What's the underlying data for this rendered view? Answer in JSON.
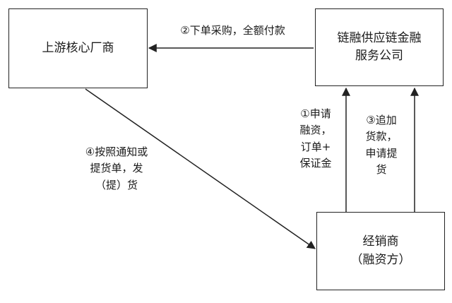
{
  "nodes": {
    "manufacturer": {
      "label": "上游核心厂商"
    },
    "finance_company": {
      "line1": "链融供应链金融",
      "line2": "服务公司"
    },
    "distributor": {
      "line1": "经销商",
      "line2": "（融资方）"
    }
  },
  "edges": {
    "order_payment": {
      "text": "②下单采购，全额付款"
    },
    "apply_financing": {
      "line1": "①申请",
      "line2": "融资，",
      "line3": "订单+",
      "line4": "保证金"
    },
    "additional_payment": {
      "line1": "③追加",
      "line2": "货款，",
      "line3": "申请提",
      "line4": "货"
    },
    "delivery_notice": {
      "line1": "④按照通知或",
      "line2": "提货单，发",
      "line3": "（提）货"
    }
  }
}
